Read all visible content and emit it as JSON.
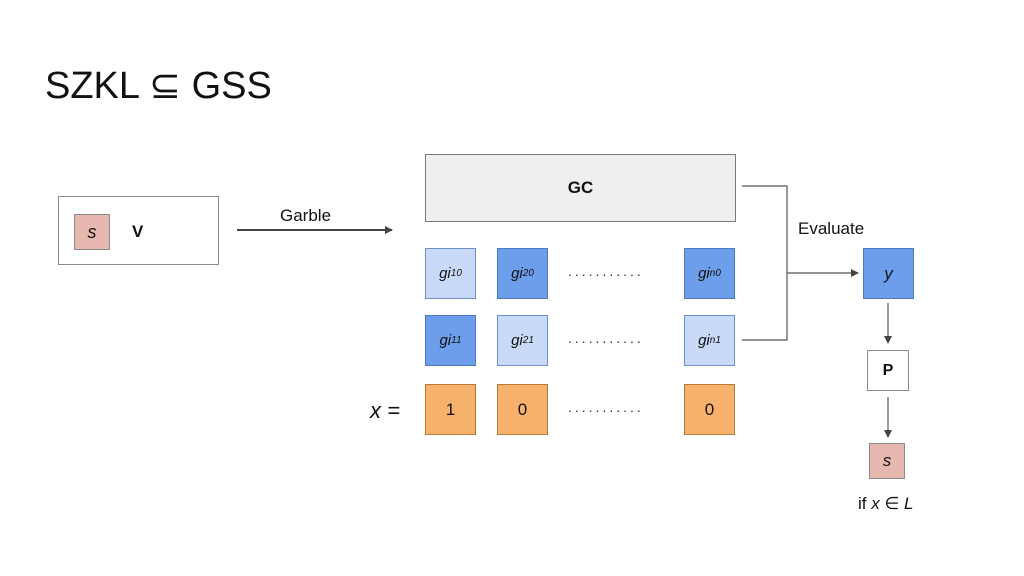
{
  "title": "SZKL ⊆ GSS",
  "verifier": {
    "secret": "s",
    "label": "V"
  },
  "garble_label": "Garble",
  "evaluate_label": "Evaluate",
  "gc_label": "GC",
  "row0": [
    {
      "base": "gi",
      "sub": "10"
    },
    {
      "base": "gi",
      "sub": "20"
    },
    {
      "base": "gi",
      "sub": "n0"
    }
  ],
  "row1": [
    {
      "base": "gi",
      "sub": "11"
    },
    {
      "base": "gi",
      "sub": "21"
    },
    {
      "base": "gi",
      "sub": "n1"
    }
  ],
  "x_label": "x =",
  "x_values": [
    "1",
    "0",
    "0"
  ],
  "dots": "...........",
  "output": {
    "y": "y",
    "p": "P",
    "s": "s"
  },
  "condition": {
    "prefix": "if ",
    "x": "x",
    "in": " ∈ ",
    "L": "L"
  },
  "colors": {
    "light_blue": "#c9daf8",
    "dark_blue": "#6d9eeb",
    "orange": "#f6b26b",
    "pink": "#e6b8af",
    "gc_gray": "#efefef"
  }
}
